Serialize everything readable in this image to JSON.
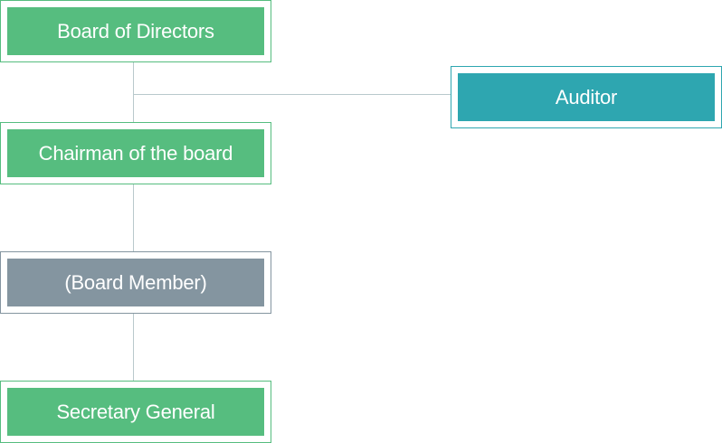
{
  "colors": {
    "green": "#56bd7f",
    "teal": "#2ea6b0",
    "gray": "#8495a0",
    "connector": "#b9c9cc"
  },
  "nodes": {
    "board_of_directors": {
      "label": "Board of Directors",
      "color": "#56bd7f"
    },
    "auditor": {
      "label": "Auditor",
      "color": "#2ea6b0"
    },
    "chairman": {
      "label": "Chairman of the board",
      "color": "#56bd7f"
    },
    "board_member": {
      "label": "(Board Member)",
      "color": "#8495a0"
    },
    "secretary_general": {
      "label": "Secretary General",
      "color": "#56bd7f"
    }
  }
}
